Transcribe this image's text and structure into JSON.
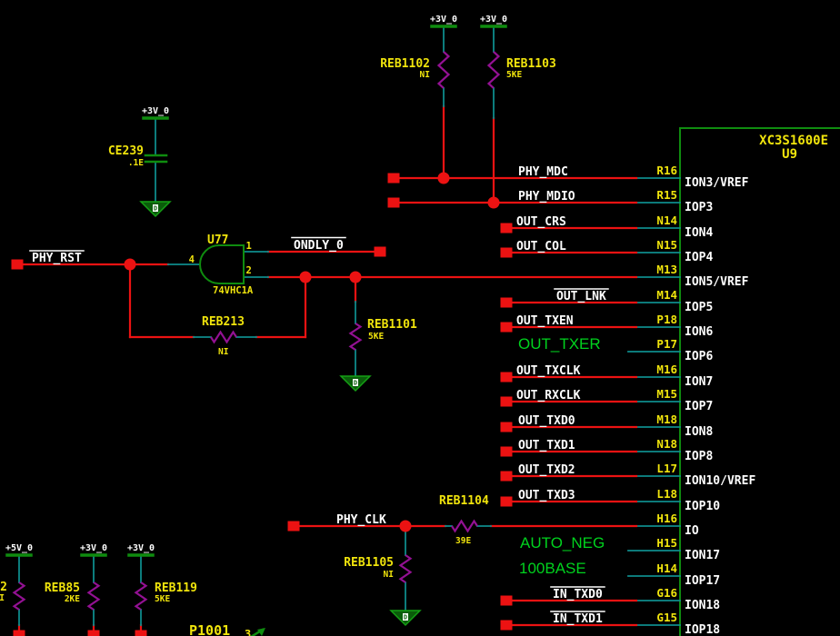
{
  "chip": {
    "part_number": "XC3S1600E",
    "refdes": "U9",
    "pins": [
      {
        "number": "R16",
        "name": "ION3/VREF",
        "signal": "PHY_MDC",
        "style": "white",
        "overline": false
      },
      {
        "number": "R15",
        "name": "IOP3",
        "signal": "PHY_MDIO",
        "style": "white",
        "overline": false
      },
      {
        "number": "N14",
        "name": "ION4",
        "signal": "OUT_CRS",
        "style": "white",
        "overline": false
      },
      {
        "number": "N15",
        "name": "IOP4",
        "signal": "OUT_COL",
        "style": "white",
        "overline": false
      },
      {
        "number": "M13",
        "name": "ION5/VREF",
        "signal": "",
        "style": "white",
        "overline": false
      },
      {
        "number": "M14",
        "name": "IOP5",
        "signal": "OUT_LNK",
        "style": "white",
        "overline": true
      },
      {
        "number": "P18",
        "name": "ION6",
        "signal": "OUT_TXEN",
        "style": "white",
        "overline": false
      },
      {
        "number": "P17",
        "name": "IOP6",
        "signal": "OUT_TXER",
        "style": "green",
        "overline": false
      },
      {
        "number": "M16",
        "name": "ION7",
        "signal": "OUT_TXCLK",
        "style": "white",
        "overline": false
      },
      {
        "number": "M15",
        "name": "IOP7",
        "signal": "OUT_RXCLK",
        "style": "white",
        "overline": false
      },
      {
        "number": "M18",
        "name": "ION8",
        "signal": "OUT_TXD0",
        "style": "white",
        "overline": false
      },
      {
        "number": "N18",
        "name": "IOP8",
        "signal": "OUT_TXD1",
        "style": "white",
        "overline": false
      },
      {
        "number": "L17",
        "name": "ION10/VREF",
        "signal": "OUT_TXD2",
        "style": "white",
        "overline": false
      },
      {
        "number": "L18",
        "name": "IOP10",
        "signal": "OUT_TXD3",
        "style": "white",
        "overline": false
      },
      {
        "number": "H16",
        "name": "IO",
        "signal": "",
        "style": "white",
        "overline": false
      },
      {
        "number": "H15",
        "name": "ION17",
        "signal": "AUTO_NEG",
        "style": "green",
        "overline": false
      },
      {
        "number": "H14",
        "name": "IOP17",
        "signal": "100BASE",
        "style": "green",
        "overline": false
      },
      {
        "number": "G16",
        "name": "ION18",
        "signal": "IN_TXD0",
        "style": "white",
        "overline": true
      },
      {
        "number": "G15",
        "name": "IOP18",
        "signal": "IN_TXD1",
        "style": "white",
        "overline": true
      }
    ]
  },
  "gate": {
    "refdes": "U77",
    "part_number": "74VHC1A",
    "input_pin": "4",
    "output_pin_top": "1",
    "output_pin_bottom": "2"
  },
  "net_labels": {
    "phy_rst": "PHY_RST",
    "ondly_0": "ONDLY_0",
    "phy_clk": "PHY_CLK"
  },
  "resistors": [
    {
      "refdes": "REB1102",
      "value": "NI"
    },
    {
      "refdes": "REB1103",
      "value": "5KE"
    },
    {
      "refdes": "REB213",
      "value": "NI"
    },
    {
      "refdes": "REB1101",
      "value": "5KE"
    },
    {
      "refdes": "REB1104",
      "value": "39E"
    },
    {
      "refdes": "REB1105",
      "value": "NI"
    },
    {
      "refdes": "REB85",
      "value": "2KE"
    },
    {
      "refdes": "REB119",
      "value": "5KE"
    }
  ],
  "partial_resistor": {
    "refdes_text": "2",
    "value_text": "I"
  },
  "capacitor": {
    "refdes": "CE239",
    "value": ".1E"
  },
  "power_rails": [
    "+3V_0",
    "+3V_0",
    "+3V_0",
    "+5V_0",
    "+3V_0",
    "+3V_0"
  ],
  "connector": {
    "refdes": "P1001",
    "pin_number": "3"
  },
  "ground_letter": "D",
  "colors": {
    "wire_red": "#ec1212",
    "wire_teal": "#0e8b8b",
    "resistor_purple": "#931193",
    "symbol_green": "#0f8c0f",
    "label_yellow": "#f0e40c",
    "label_white": "#ffffff",
    "net_green": "#00d21e",
    "background": "#000000"
  }
}
